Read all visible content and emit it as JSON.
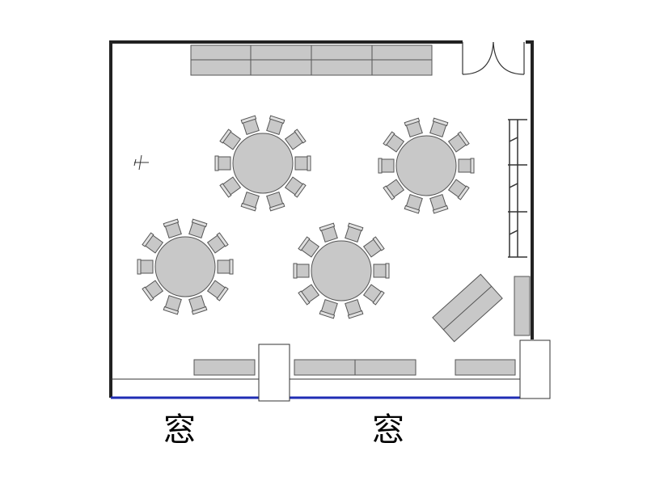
{
  "floorplan": {
    "window_labels": [
      "窓",
      "窓"
    ],
    "colors": {
      "wall": "#222222",
      "window_line": "#1f2db4",
      "furniture_fill": "#c8c8c8",
      "furniture_stroke": "#555555",
      "background": "#ffffff"
    },
    "tables": [
      {
        "id": "table-top-left",
        "chairs": 10
      },
      {
        "id": "table-top-right",
        "chairs": 10
      },
      {
        "id": "table-bottom-left",
        "chairs": 10
      },
      {
        "id": "table-bottom-center",
        "chairs": 10
      }
    ],
    "icons": [
      "airplane-icon",
      "door-swing-icon"
    ]
  }
}
